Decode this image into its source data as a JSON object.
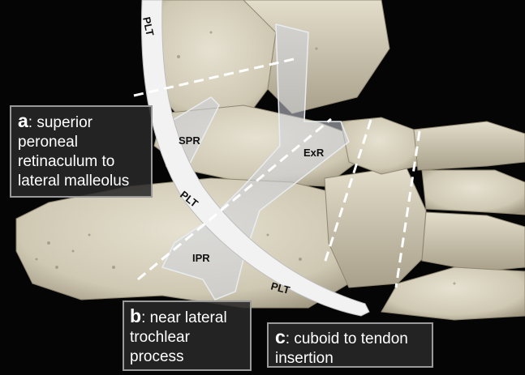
{
  "labels": {
    "plt_top": "PLT",
    "plt_mid": "PLT",
    "plt_bottom": "PLT",
    "spr": "SPR",
    "exr": "ExR",
    "ipr": "IPR"
  },
  "callouts": {
    "a": {
      "letter": "a",
      "text": ": superior\nperoneal\nretinaculum to\nlateral malleolus"
    },
    "b": {
      "letter": "b",
      "text": ": near lateral\ntrochlear\nprocess"
    },
    "c": {
      "letter": "c",
      "text": ": cuboid to tendon\ninsertion"
    }
  },
  "colors": {
    "bone": "#d9d4c3",
    "bone_shadow": "#a9a28d",
    "tendon": "#f2f2f2",
    "retinaculum": "#cfd4dc",
    "callout_bg": "#2a2a2a",
    "callout_border": "#9a9a9a"
  }
}
